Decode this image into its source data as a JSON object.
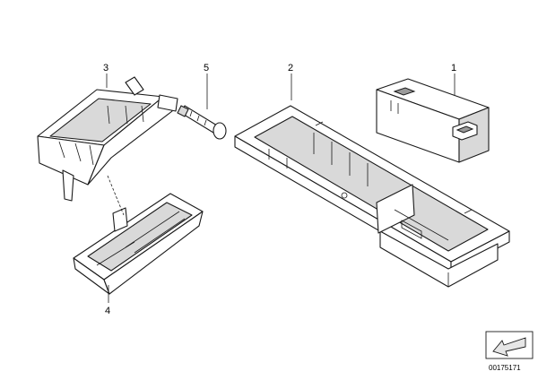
{
  "callouts": {
    "part_1": "1",
    "part_2": "2",
    "part_3": "3",
    "part_4": "4",
    "part_5": "5"
  },
  "diagram_id": "00175171",
  "icons": {
    "id_symbol": "arrow-left-icon"
  }
}
